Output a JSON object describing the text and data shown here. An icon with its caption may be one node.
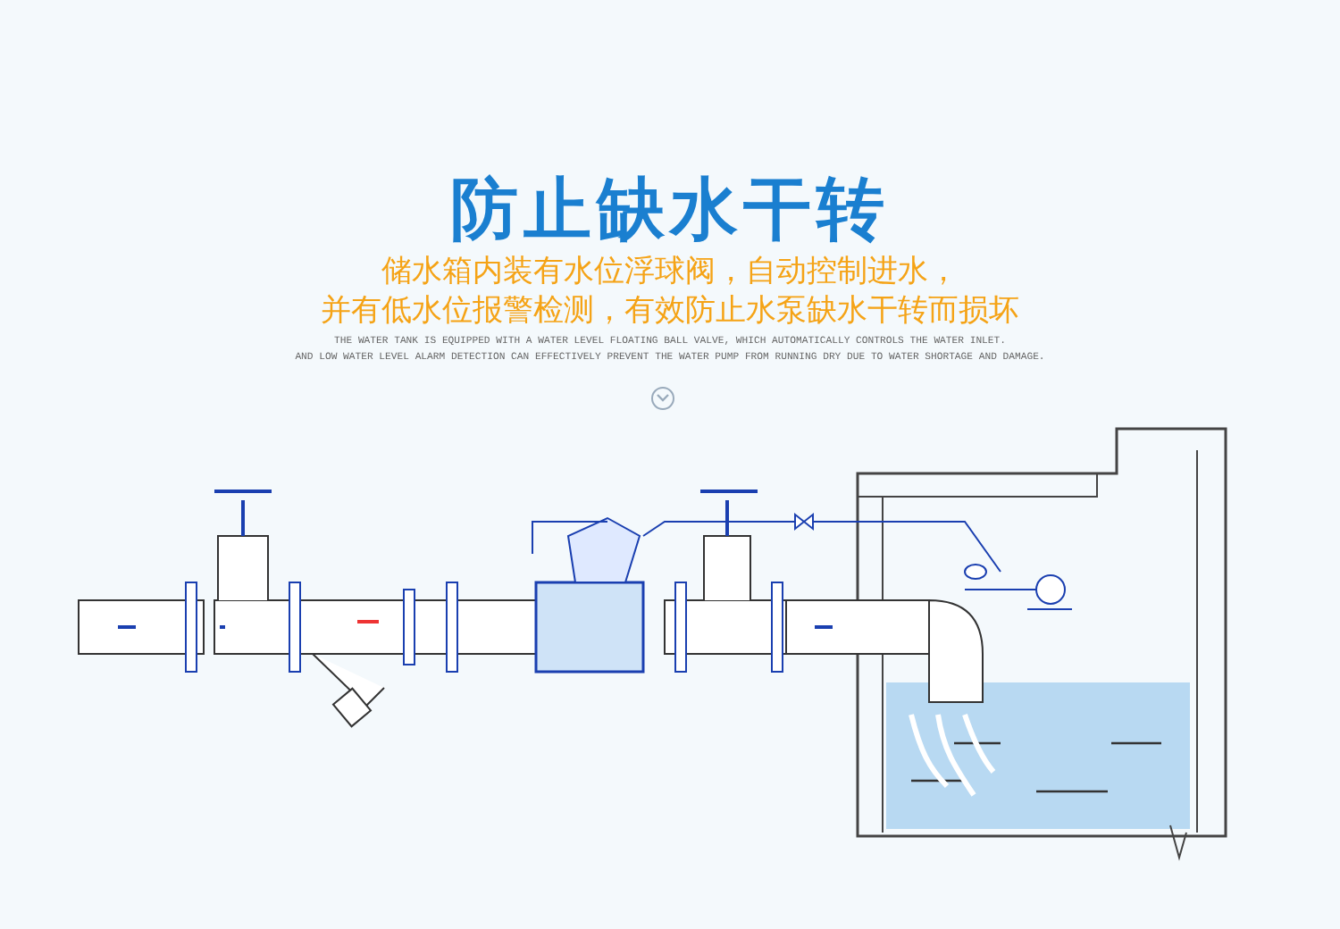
{
  "diagram": {
    "title": "防止缺水干转",
    "labels": [
      "储水箱内装有水位浮球阀，自动控制进水，",
      "并有低水位报警检测，有效防止水泵缺水干转而损坏",
      "THE WATER TANK IS EQUIPPED WITH A WATER LEVEL FLOATING BALL VALVE, WHICH AUTOMATICALLY CONTROLS THE WATER INLET.",
      "AND LOW WATER LEVEL ALARM DETECTION CAN EFFECTIVELY PREVENT THE WATER PUMP FROM RUNNING DRY DUE TO WATER SHORTAGE AND DAMAGE."
    ]
  }
}
